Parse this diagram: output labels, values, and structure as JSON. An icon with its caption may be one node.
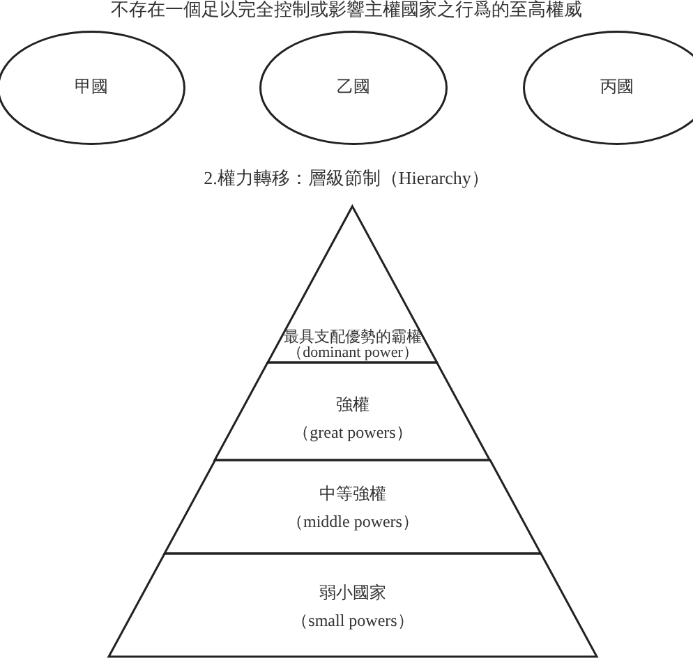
{
  "diagram": {
    "title": "2.權力轉移：層級節制（Hierarchy）",
    "nodes": [
      {
        "text": [
          "甲國"
        ]
      },
      {
        "text": [
          "乙國"
        ]
      },
      {
        "text": [
          "丙國"
        ]
      },
      {
        "text": [
          "最具支配優勢的霸權",
          "（dominant power）"
        ]
      },
      {
        "text": [
          "強權",
          "（great powers）"
        ]
      },
      {
        "text": [
          "中等強權",
          "（middle powers）"
        ]
      },
      {
        "text": [
          "弱小國家",
          "（small powers）"
        ]
      }
    ],
    "edges": [],
    "labels": [
      "不存在一個足以完全控制或影響主權國家之行爲的至高權威"
    ]
  }
}
